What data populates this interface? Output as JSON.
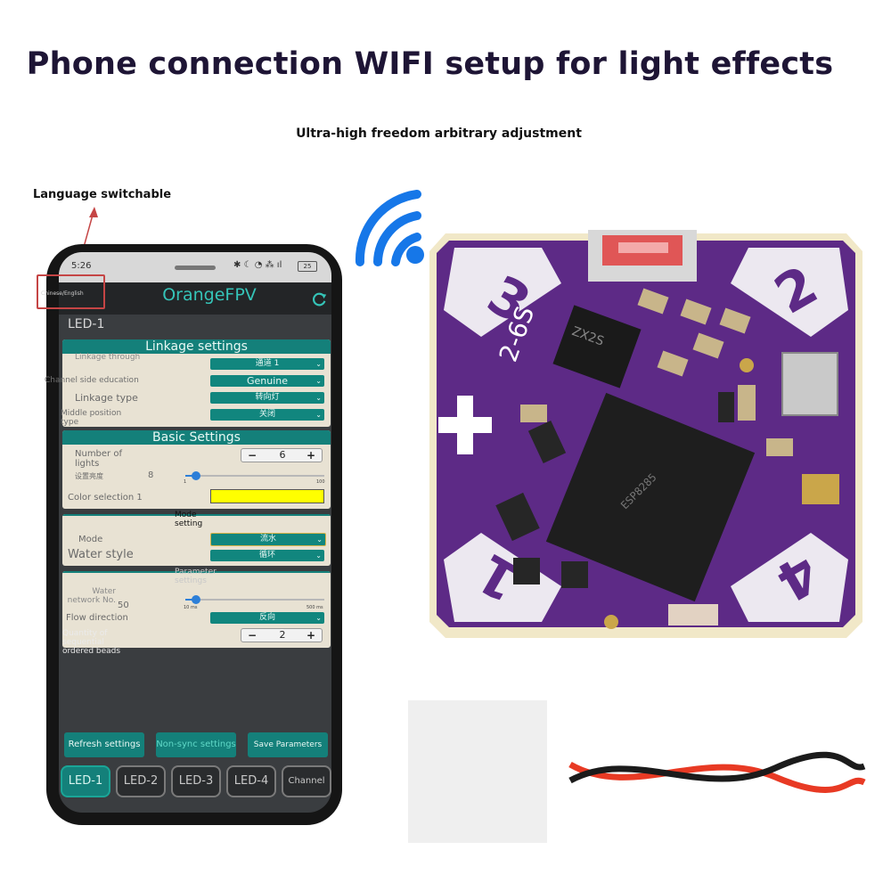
{
  "header": {
    "title": "Phone connection WIFI setup for light effects",
    "subtitle": "Ultra-high freedom arbitrary adjustment"
  },
  "annotations": {
    "language": "Language switchable",
    "channel_side": "Channel side education",
    "middle_position": "Middle position type",
    "mode_setting": "Mode setting",
    "parameter_settings": "Parameter settings",
    "water_network": "Water network No.",
    "quantity": "Quantity of sequential ordered beads"
  },
  "phone": {
    "status_time": "5:26",
    "status_battery": "25",
    "lang_toggle": "Chinese/English",
    "app_title": "OrangeFPV",
    "led_heading": "LED-1",
    "linkage": {
      "title": "Linkage settings",
      "through_label": "Linkage through",
      "through_value": "通道 1",
      "genuine_value": "Genuine",
      "type_label": "Linkage type",
      "type_value": "转向灯",
      "middle_value": "关闭"
    },
    "basic": {
      "title": "Basic Settings",
      "lights_label": "Number of lights",
      "lights_value": "6",
      "brightness_label": "设置亮度",
      "brightness_value": "8",
      "brightness_min": "1",
      "brightness_max": "100",
      "brightness_level": 0.08,
      "color_label": "Color selection 1",
      "color": "#ffff00"
    },
    "mode": {
      "label": "Mode",
      "value": "流水",
      "style_label": "Water style",
      "style_value": "循环"
    },
    "params": {
      "network_value": "50",
      "network_min": "10 ms",
      "network_max": "500 ms",
      "network_level": 0.08,
      "flow_label": "Flow direction",
      "flow_value": "反向",
      "quantity_value": "2"
    },
    "buttons": {
      "refresh": "Refresh settings",
      "nonsync": "Non-sync settings",
      "save": "Save Parameters"
    },
    "tabs": [
      "LED-1",
      "LED-2",
      "LED-3",
      "LED-4",
      "Channel"
    ],
    "icons": {
      "refresh": "refresh-icon"
    }
  },
  "colors": {
    "accent": "#14807a",
    "pcb": "#5d2a86",
    "wifi": "#1677e8",
    "frame": "#c54545"
  }
}
